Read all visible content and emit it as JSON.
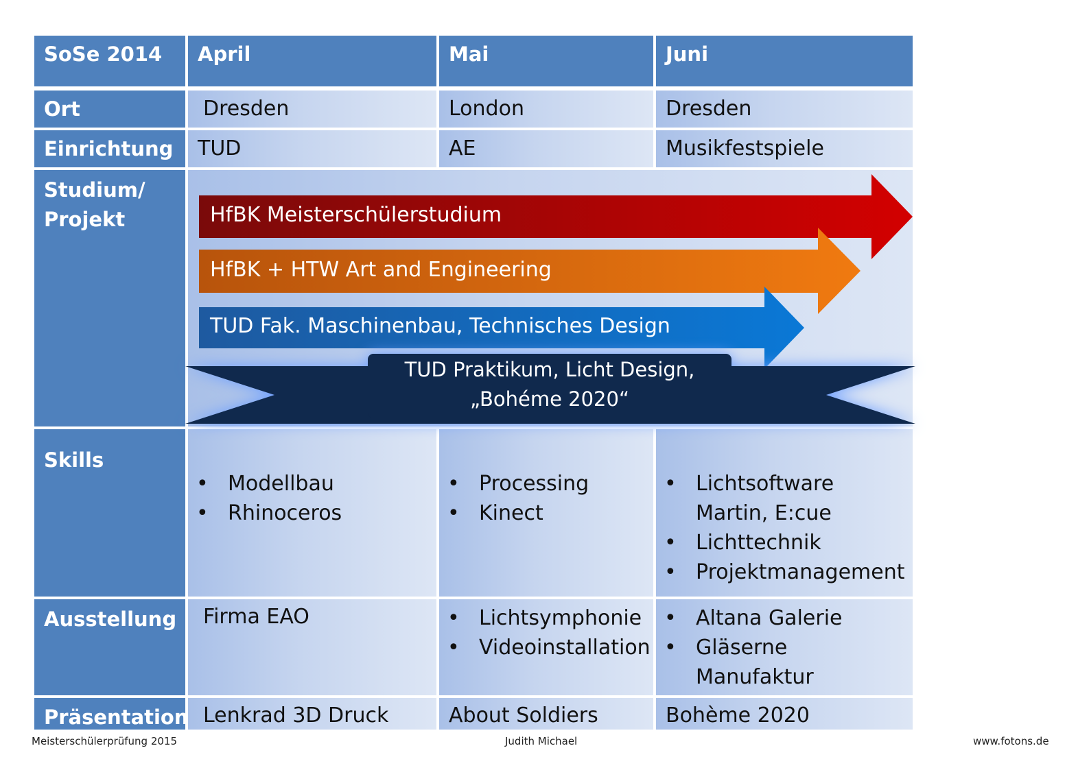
{
  "header": {
    "corner": "SoSe 2014",
    "months": [
      "April",
      "Mai",
      "Juni"
    ]
  },
  "rows": {
    "ort": {
      "label": "Ort",
      "values": [
        "Dresden",
        "London",
        "Dresden"
      ]
    },
    "einrichtung": {
      "label": "Einrichtung",
      "values": [
        "TUD",
        "AE",
        "Musikfestspiele"
      ]
    },
    "studium": {
      "label_line1": "Studium/",
      "label_line2": "Projekt",
      "arrows": [
        {
          "label": "HfBK Meisterschülerstudium",
          "color": "#c00000"
        },
        {
          "label": "HfBK + HTW Art and Engineering",
          "color": "#e36c09"
        },
        {
          "label": "TUD Fak. Maschinenbau, Technisches Design",
          "color": "#0070c0"
        }
      ],
      "banner": {
        "line1": "TUD Praktikum, Licht Design,",
        "line2": "„Bohéme 2020“",
        "color": "#10294d"
      }
    },
    "skills": {
      "label": "Skills",
      "april": [
        "Modellbau",
        "Rhinoceros"
      ],
      "mai": [
        "Processing",
        "Kinect"
      ],
      "juni": [
        "Lichtsoftware Martin, E:cue",
        "Lichttechnik",
        "Projektmanagement"
      ]
    },
    "ausstellung": {
      "label": "Ausstellung",
      "april": "Firma EAO",
      "mai": [
        "Lichtsymphonie",
        "Videoinstallation"
      ],
      "juni": [
        "Altana Galerie",
        "Gläserne Manufaktur"
      ]
    },
    "praesentation": {
      "label": "Präsentation",
      "values": [
        "Lenkrad 3D Druck",
        "About Soldiers",
        "Bohème 2020"
      ]
    }
  },
  "footer": {
    "left": "Meisterschülerprüfung 2015",
    "center": "Judith Michael",
    "right": "www.fotons.de"
  },
  "colors": {
    "header_blue": "#4f81bd"
  }
}
